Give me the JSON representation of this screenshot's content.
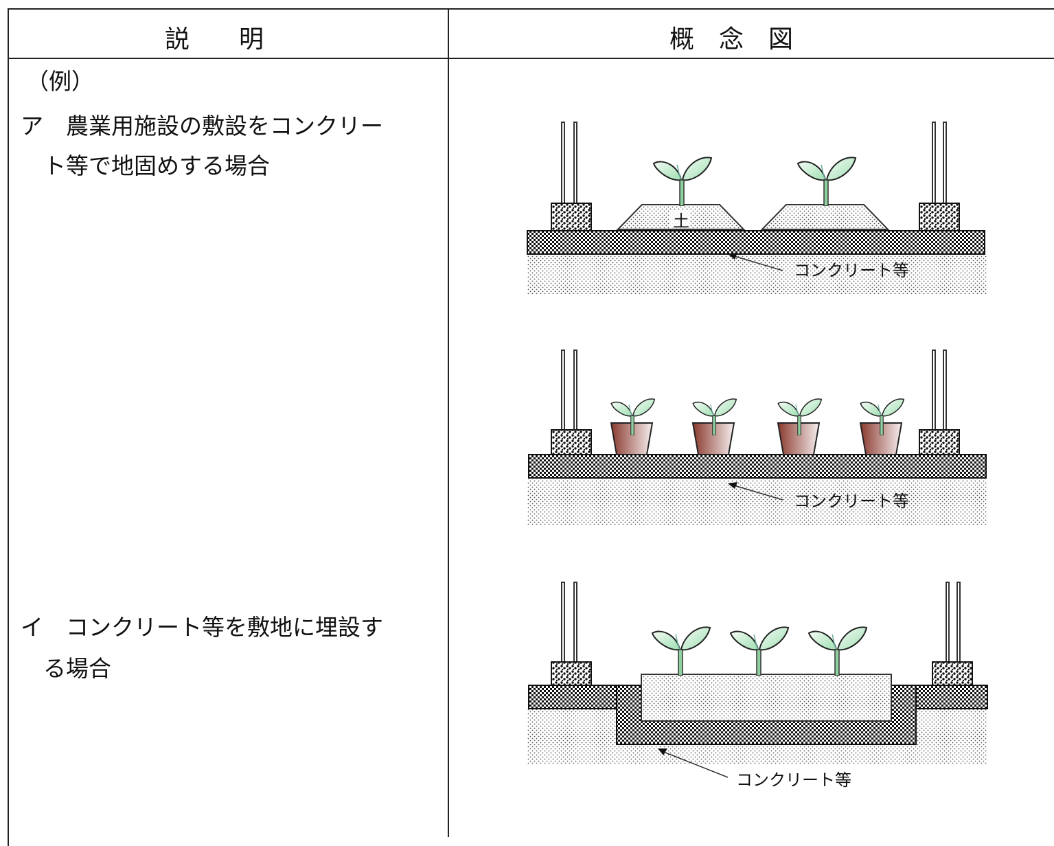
{
  "header": {
    "left_title": "説　　明",
    "right_title": "概　念　図"
  },
  "description": {
    "example_label": "（例）",
    "item_a_line1": "ア　農業用施設の敷設をコンクリー",
    "item_a_line2": "　ト等で地固めする場合",
    "item_b_line1": "イ　コンクリート等を敷地に埋設す",
    "item_b_line2": "　る場合"
  },
  "figures": {
    "soil_label": "土",
    "concrete_label_1": "コンクリート等",
    "concrete_label_2": "コンクリート等",
    "concrete_label_3": "コンクリート等"
  }
}
